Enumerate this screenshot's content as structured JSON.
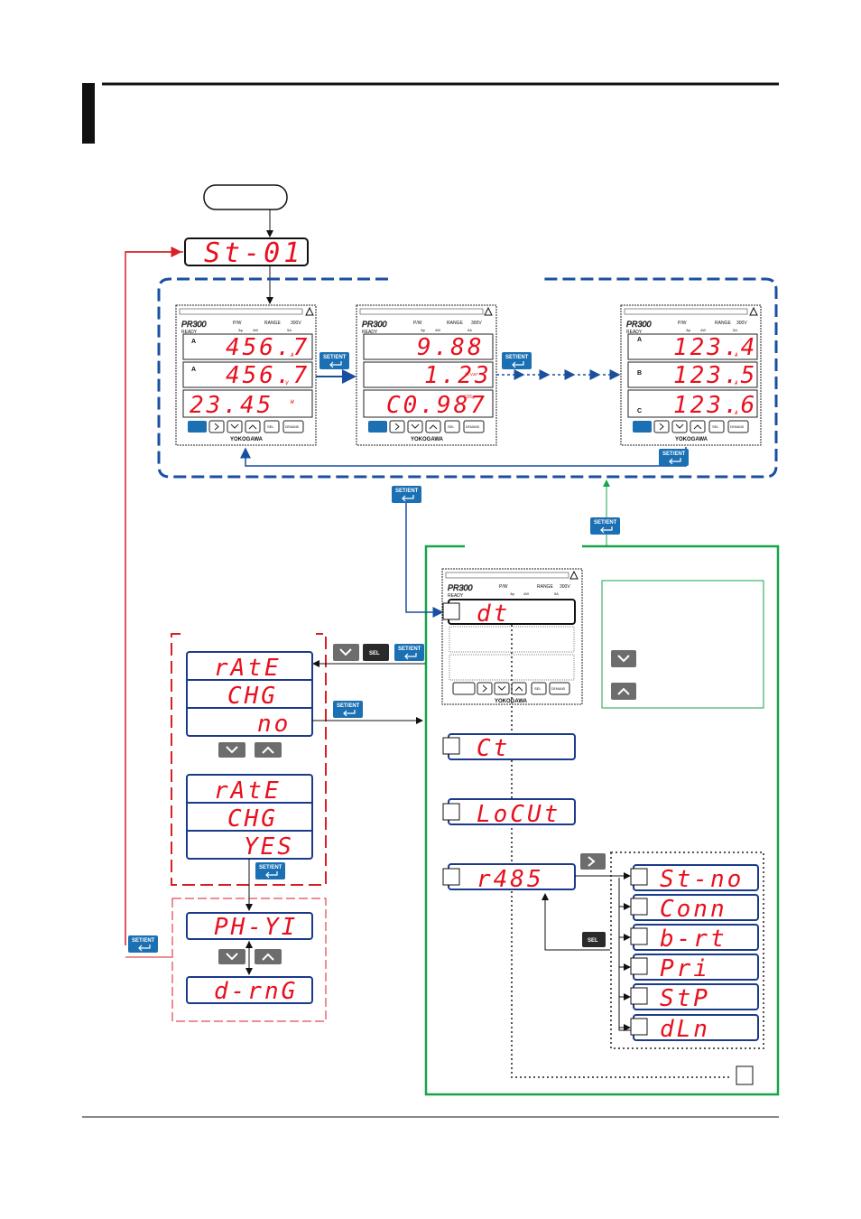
{
  "colors": {
    "segment": "#e8101e",
    "blue_frame": "#1a4fa0",
    "green_frame": "#16a34a",
    "red_frame": "#d81f26",
    "button_blue": "#1b6fb3",
    "button_dark": "#2a2a2a"
  },
  "start_display": "St-01",
  "meter_brand": "PR300",
  "meter_maker": "YOKOGAWA",
  "meter_labels": {
    "ready": "READY",
    "range": "RANGE",
    "pw": "P/W",
    "phase": "3φ",
    "wire": "4W",
    "volt": "300V",
    "amp": "5A"
  },
  "meter1": {
    "row1": "456.7",
    "row1_unit": "A",
    "row1_tag": "A",
    "row2": "456.7",
    "row2_unit": "V",
    "row2_tag": "A",
    "row3": "23.45",
    "row3_unit": "W"
  },
  "meter2": {
    "row1": "9.88",
    "row1_unit": "W",
    "row2": "1.23",
    "row2_unit": "k.var",
    "row3": "C0.987",
    "row3_unit": "COSφ"
  },
  "meter3": {
    "row1": "123.4",
    "row1_unit": "A",
    "row1_tag": "A",
    "row2": "123.5",
    "row2_unit": "A",
    "row2_tag": "B",
    "row3": "123.6",
    "row3_unit": "A",
    "row3_tag": "C"
  },
  "setup_meter": {
    "row1": "dt"
  },
  "setup_items": [
    "Ct",
    "LoCUt",
    "r485"
  ],
  "rs485_items": [
    "St-no",
    "Conn",
    "b-rt",
    "Pri",
    "StP",
    "dLn"
  ],
  "rate_change_no": {
    "l1": "rAtE",
    "l2": "CHG",
    "l3": "no"
  },
  "rate_change_yes": {
    "l1": "rAtE",
    "l2": "CHG",
    "l3": "YES"
  },
  "phase_items": {
    "p1": "PH-YI",
    "p2": "d-rnG"
  },
  "buttons": {
    "set_ent": "SET/ENT",
    "sel": "SEL",
    "demand": "DEMAND"
  }
}
